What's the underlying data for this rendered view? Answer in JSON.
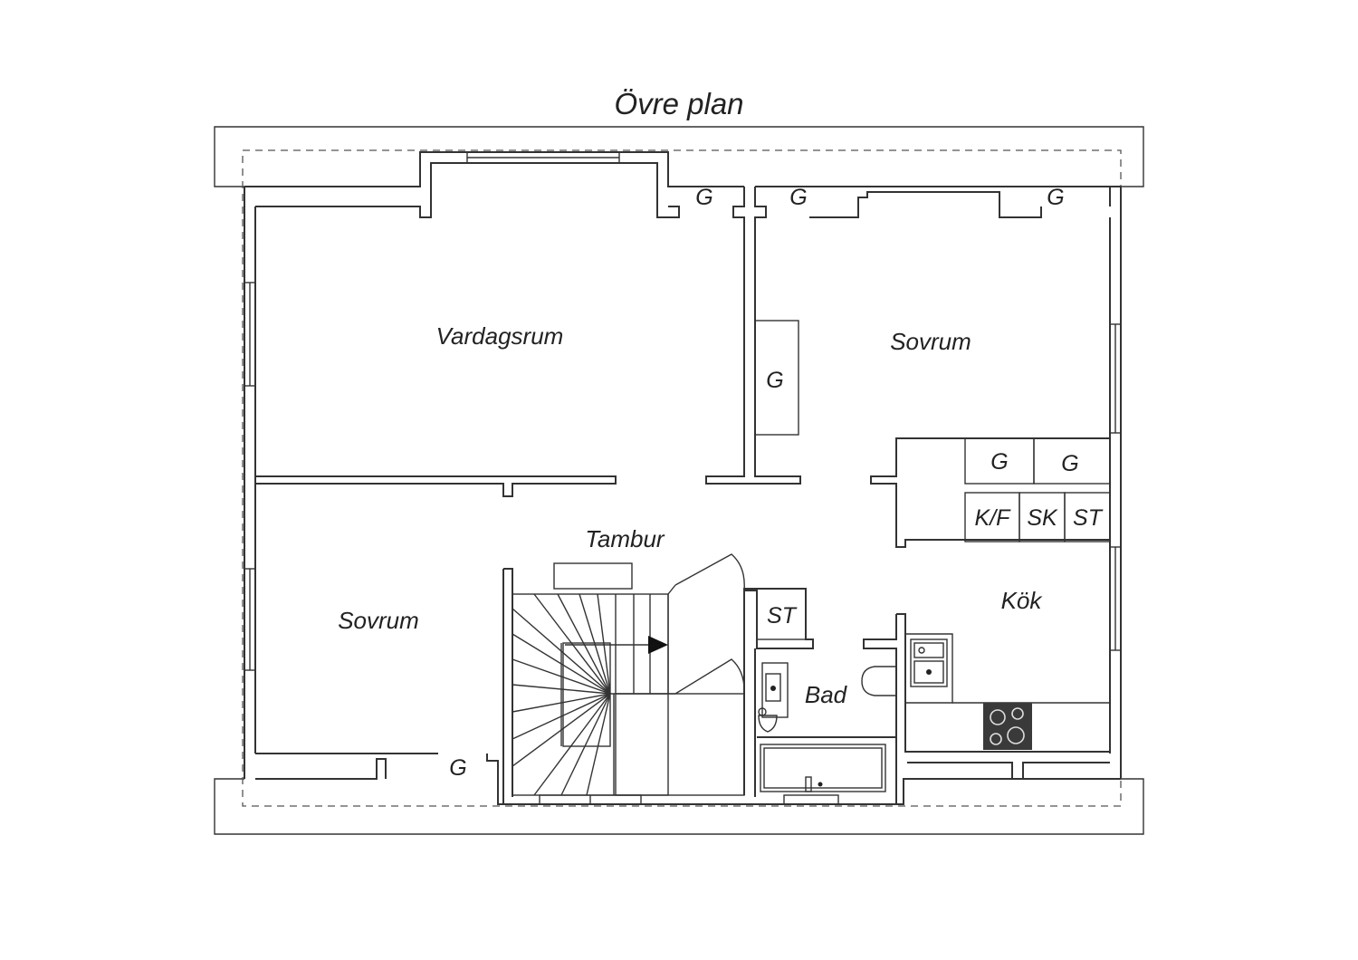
{
  "title": "Övre plan",
  "rooms": {
    "vardagsrum": "Vardagsrum",
    "sovrum_right": "Sovrum",
    "sovrum_left": "Sovrum",
    "tambur": "Tambur",
    "kok": "Kök",
    "bad": "Bad"
  },
  "fixtures": {
    "g_top1": "G",
    "g_top2": "G",
    "g_top3": "G",
    "g_mid": "G",
    "g_kitchen1": "G",
    "g_kitchen2": "G",
    "kf": "K/F",
    "sk": "SK",
    "st_kitchen": "ST",
    "st_hall": "ST",
    "g_bottom": "G"
  }
}
